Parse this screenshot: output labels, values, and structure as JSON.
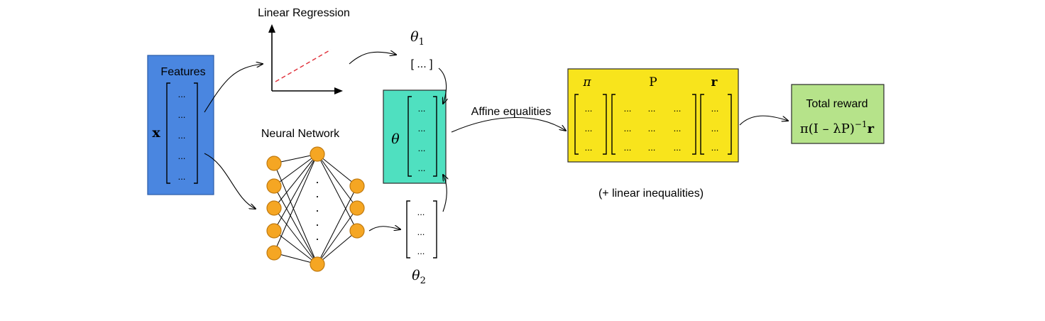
{
  "colors": {
    "features_fill": "#4a86e0",
    "features_stroke": "#2a5aa8",
    "theta_fill": "#4fe0c0",
    "theta_stroke": "#2a2a2a",
    "mdp_fill": "#f8e41c",
    "mdp_stroke": "#2a2a2a",
    "reward_fill": "#b6e38a",
    "reward_stroke": "#2a2a2a",
    "node_fill": "#f5a623",
    "node_stroke": "#c07a10",
    "regression_line": "#e0303a"
  },
  "features": {
    "label": "Features",
    "var": "x",
    "cells": [
      "...",
      "...",
      "...",
      "...",
      "..."
    ]
  },
  "linear_regression": {
    "title": "Linear Regression"
  },
  "neural_network": {
    "title": "Neural Network",
    "dots": [
      "·",
      "·",
      "·",
      "·",
      "·"
    ]
  },
  "theta1": {
    "label": "θ",
    "sub": "1",
    "cell": "[ ... ]"
  },
  "theta2": {
    "label": "θ",
    "sub": "2",
    "cells": [
      "...",
      "...",
      "..."
    ]
  },
  "theta": {
    "label": "θ",
    "cells": [
      "...",
      "...",
      "...",
      "..."
    ]
  },
  "affine": {
    "label": "Affine equalities"
  },
  "mdp": {
    "pi_label": "π",
    "P_label": "P",
    "r_label": "r",
    "pi_cells": [
      "...",
      "...",
      "..."
    ],
    "P_cells": [
      [
        "...",
        "...",
        "..."
      ],
      [
        "...",
        "...",
        "..."
      ],
      [
        "...",
        "...",
        "..."
      ]
    ],
    "r_cells": [
      "...",
      "...",
      "..."
    ],
    "note": "(+ linear inequalities)"
  },
  "reward": {
    "title": "Total reward",
    "formula_main": "π(I – λP)",
    "formula_sup": "−1",
    "formula_end": "r"
  }
}
